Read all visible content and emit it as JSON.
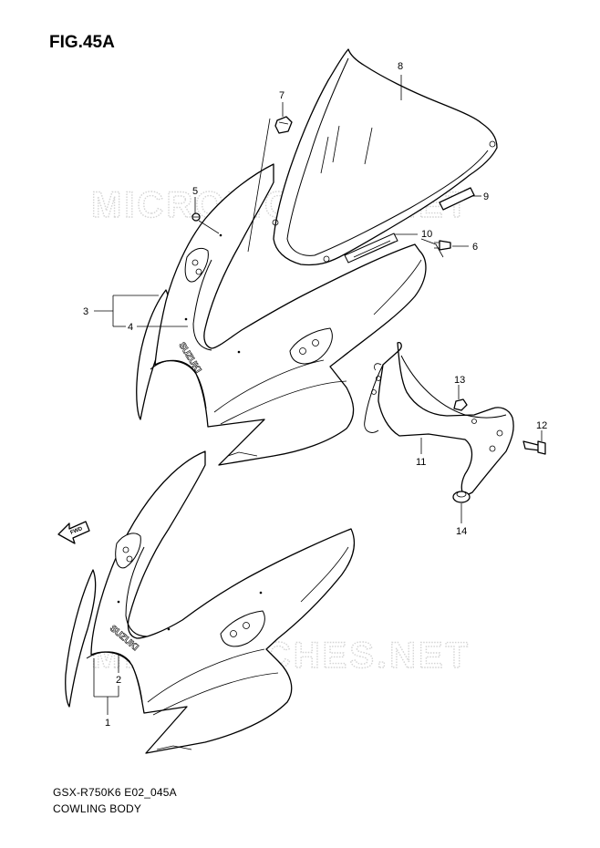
{
  "figure": {
    "title": "FIG.45A",
    "code": "GSX-R750K6 E02_045A",
    "name": "COWLING BODY"
  },
  "watermark": {
    "top": "MICROFICHES.NET",
    "bottom": "MICROFICHES.NET"
  },
  "callouts": [
    {
      "id": "c1",
      "label": "1"
    },
    {
      "id": "c2",
      "label": "2"
    },
    {
      "id": "c3",
      "label": "3"
    },
    {
      "id": "c4",
      "label": "4"
    },
    {
      "id": "c5",
      "label": "5"
    },
    {
      "id": "c6",
      "label": "6"
    },
    {
      "id": "c7",
      "label": "7"
    },
    {
      "id": "c8",
      "label": "8"
    },
    {
      "id": "c9",
      "label": "9"
    },
    {
      "id": "c10",
      "label": "10"
    },
    {
      "id": "c11",
      "label": "11"
    },
    {
      "id": "c12",
      "label": "12"
    },
    {
      "id": "c13",
      "label": "13"
    },
    {
      "id": "c14",
      "label": "14"
    }
  ],
  "decals": {
    "brand_upper": "SUZUKI",
    "brand_lower": "SUZUKI",
    "fwd_arrow": "FWD"
  }
}
